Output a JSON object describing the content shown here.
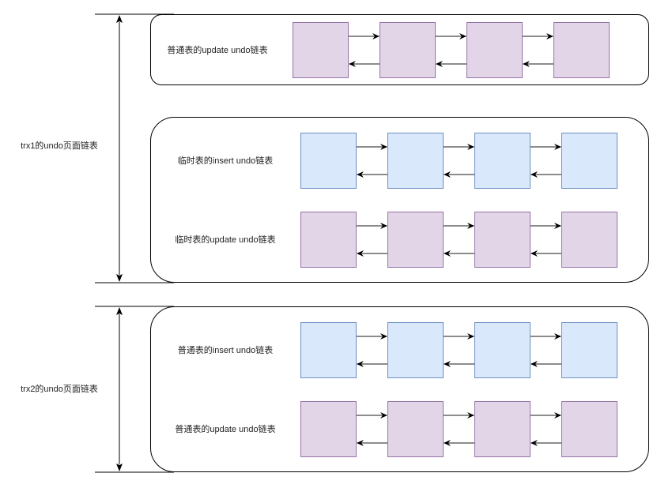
{
  "colors": {
    "purple_fill": "#e1d5e7",
    "purple_stroke": "#9673a6",
    "blue_fill": "#dae8fc",
    "blue_stroke": "#6c8ebf",
    "line": "#000000",
    "arrow_line": "#666666"
  },
  "transactions": [
    {
      "label": "trx1的undo页面链表",
      "groups": [
        {
          "lists": [
            {
              "label": "普通表的update undo链表",
              "type": "update",
              "node_count": 4
            }
          ]
        },
        {
          "lists": [
            {
              "label": "临时表的insert undo链表",
              "type": "insert",
              "node_count": 4
            },
            {
              "label": "临时表的update undo链表",
              "type": "update",
              "node_count": 4
            }
          ]
        }
      ]
    },
    {
      "label": "trx2的undo页面链表",
      "groups": [
        {
          "lists": [
            {
              "label": "普通表的insert undo链表",
              "type": "insert",
              "node_count": 4
            },
            {
              "label": "普通表的update undo链表",
              "type": "update",
              "node_count": 4
            }
          ]
        }
      ]
    }
  ]
}
